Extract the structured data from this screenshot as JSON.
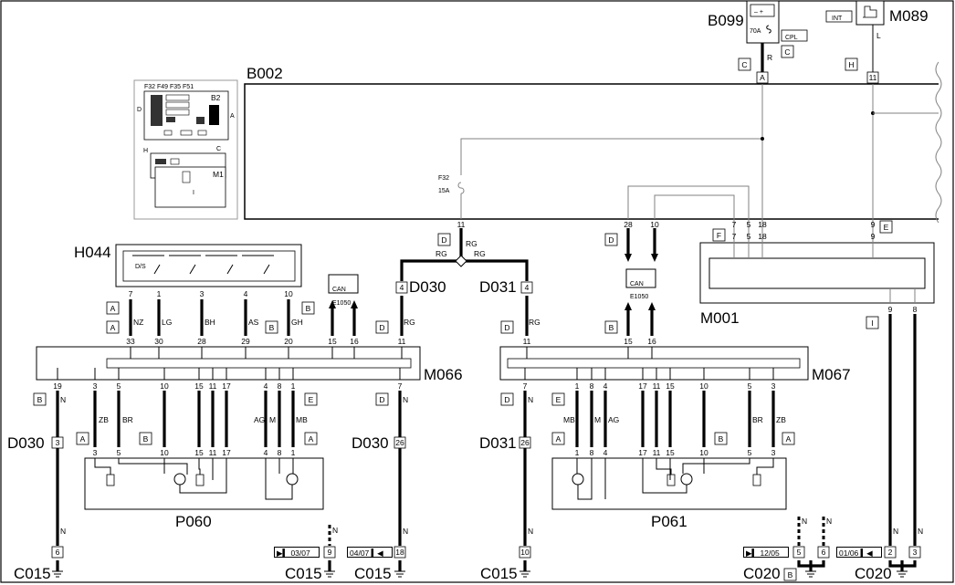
{
  "components": {
    "b002": "B002",
    "b099": "B099",
    "m089": "M089",
    "h044": "H044",
    "m001": "M001",
    "m066": "M066",
    "m067": "M067",
    "p060": "P060",
    "p061": "P061",
    "e1050_left": "E1050",
    "e1050_right": "E1050",
    "d030_a": "D030",
    "d031_a": "D031",
    "d030_b": "D030",
    "d031_b": "D031",
    "d030_c": "D030",
    "d031_c": "D031",
    "c015_1": "C015",
    "c015_2": "C015",
    "c015_3": "C015",
    "c015_4": "C015",
    "c020_1": "C020",
    "c020_2": "C020"
  },
  "fuse_box_inset": {
    "fuse_labels": "F32 F49 F35 F51",
    "b2": "B2",
    "m1": "M1",
    "letters": [
      "D",
      "A",
      "C",
      "H",
      "I"
    ]
  },
  "b099": {
    "rating": "70A",
    "cpl": "CPL"
  },
  "m089": {
    "int": "INT"
  },
  "fuse_f32": {
    "name": "F32",
    "rating": "15A"
  },
  "can_label": "CAN",
  "h044_switch_label": "D/S",
  "pins": {
    "b099_a": "A",
    "m089_11": "11",
    "b002_bottom": [
      "11",
      "28",
      "10",
      "7",
      "5",
      "18",
      "9"
    ],
    "m001_top": [
      "7",
      "5",
      "18",
      "9"
    ],
    "m001_bottom": [
      "9",
      "8"
    ],
    "h044": [
      "7",
      "1",
      "3",
      "4",
      "10"
    ],
    "m066_top": [
      "33",
      "30",
      "28",
      "29",
      "20",
      "15",
      "16",
      "11"
    ],
    "m066_bottom": [
      "19",
      "3",
      "5",
      "10",
      "15",
      "11",
      "17",
      "4",
      "8",
      "1",
      "7"
    ],
    "m067_top": [
      "11",
      "15",
      "16"
    ],
    "m067_bottom": [
      "7",
      "1",
      "8",
      "4",
      "17",
      "11",
      "15",
      "10",
      "5",
      "3"
    ],
    "p060": [
      "3",
      "5",
      "10",
      "15",
      "11",
      "17",
      "4",
      "8",
      "1"
    ],
    "p061": [
      "1",
      "8",
      "4",
      "17",
      "11",
      "15",
      "10",
      "5",
      "3"
    ],
    "d030_left_pin": "3",
    "d030_left_bottom": "6",
    "d030_mid_top": "4",
    "d030_mid_7": "7",
    "d030_mid_26": "26",
    "d030_mid_18": "18",
    "d031_mid_top": "4",
    "d031_mid_7": "7",
    "d031_mid_26": "26",
    "d031_mid_10": "10",
    "c015_9": "9",
    "c020_5": "5",
    "c020_6": "6",
    "c020_2": "2",
    "c020_3": "3"
  },
  "connectors": {
    "b099_c": "C",
    "cpl_c": "C",
    "m089_h": "H",
    "d_f32": "D",
    "d_2810": "D",
    "e_9": "E",
    "f_m001": "F",
    "i_m001": "I",
    "h044_a1": "A",
    "h044_a2": "A",
    "h044_b1": "B",
    "h044_b2": "B",
    "m066_d_top": "D",
    "m066_b_left": "B",
    "m066_e": "E",
    "m066_d_bottom": "D",
    "p060_a_left": "A",
    "p060_b": "B",
    "p060_a_right": "A",
    "m067_d_top": "D",
    "m067_b_top": "B",
    "m067_d_bottom": "D",
    "m067_e": "E",
    "p061_a_left": "A",
    "p061_b": "B",
    "p061_a_right": "A",
    "c020_b": "B"
  },
  "wire_colors": {
    "b099": "R",
    "m089": "L",
    "rg_main": "RG",
    "rg_left": "RG",
    "rg_right": "RG",
    "rg_d030": "RG",
    "rg_d031": "RG",
    "nz": "NZ",
    "lg": "LG",
    "bh": "BH",
    "as": "AS",
    "gh": "GH",
    "n_d030_left": "N",
    "n_d030_left_bottom": "N",
    "zb_l": "ZB",
    "br_l": "BR",
    "ag_l": "AG",
    "m_l": "M",
    "mb_l": "MB",
    "n_d030_mid": "N",
    "n_d030_mid_bottom": "N",
    "n_d031_mid": "N",
    "n_d031_mid_bottom": "N",
    "mb_r": "MB",
    "m_r": "M",
    "ag_r": "AG",
    "br_r": "BR",
    "zb_r": "ZB",
    "n_c015_dash": "N",
    "n_c020_dash1": "N",
    "n_c020_dash2": "N",
    "n_c020_a": "N",
    "n_c020_b": "N"
  },
  "page_refs": {
    "c015_left": "03/07",
    "c015_right": "04/07",
    "c020_left": "12/05",
    "c020_right": "01/06"
  }
}
